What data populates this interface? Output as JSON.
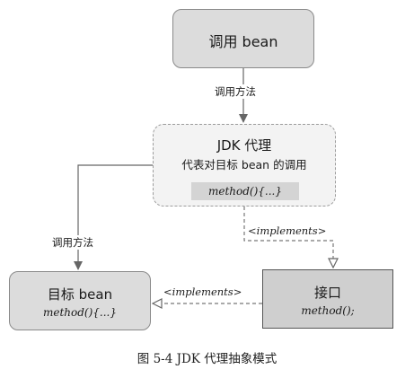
{
  "nodes": {
    "caller": {
      "title": "调用 bean"
    },
    "proxy": {
      "title": "JDK 代理",
      "subtitle": "代表对目标 bean 的调用",
      "method": "method(){...}"
    },
    "target": {
      "title": "目标 bean",
      "method": "method(){...}"
    },
    "interface": {
      "title": "接口",
      "method": "method();"
    }
  },
  "edges": {
    "caller_to_proxy": "调用方法",
    "proxy_to_target": "调用方法",
    "proxy_implements": "<implements>",
    "target_implements": "<implements>"
  },
  "caption": "图 5-4 JDK 代理抽象模式"
}
